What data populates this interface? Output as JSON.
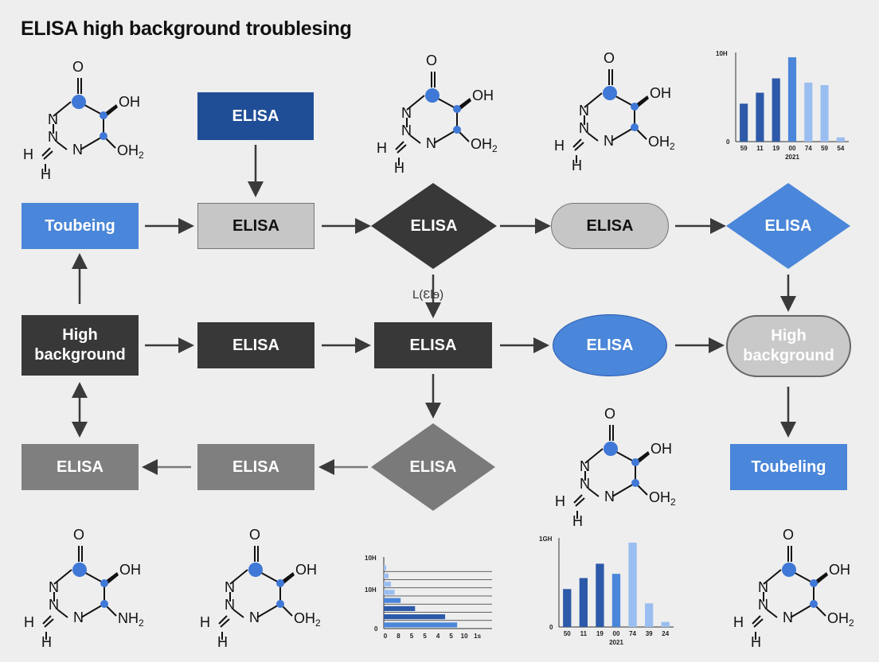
{
  "title": "ELISA high background troublesing",
  "nodes": {
    "top_box": "ELISA",
    "toubeing": "Toubeing",
    "r1_box": "ELISA",
    "r1_diamond": "ELISA",
    "r1_pill": "ELISA",
    "r1_diamond_blue": "ELISA",
    "high_background_left": "High background",
    "r2_box1": "ELISA",
    "r2_box2": "ELISA",
    "r2_oval": "ELISA",
    "high_background_right": "High background",
    "r3_box_left": "ELISA",
    "r3_box_mid": "ELISA",
    "r3_diamond": "ELISA",
    "toubeling": "Toubeling"
  },
  "edge_label": "L(Ɛlɘ)",
  "molecules": {
    "o": "O",
    "oh": "OH",
    "n": "N",
    "h": "H",
    "oh2": "OH",
    "nh2": "NH",
    "sub2": "2"
  },
  "colors": {
    "accent_blue": "#4a86d9",
    "dark_blue": "#1f4e96",
    "light_blue": "#9bbef0",
    "dark_gray": "#383838",
    "mid_gray": "#7f7f7f",
    "light_gray": "#c6c6c6"
  },
  "chart_data": [
    {
      "type": "bar",
      "ylabel_top": "10H",
      "y_zero": "0",
      "categories": [
        "59",
        "11",
        "19",
        "00",
        "74",
        "59",
        "54"
      ],
      "values": [
        45,
        58,
        75,
        100,
        70,
        67,
        5
      ],
      "shades": [
        "dark",
        "dark",
        "dark",
        "mid",
        "light",
        "light",
        "light"
      ],
      "xlabel": "2021",
      "ylim": [
        0,
        100
      ]
    },
    {
      "type": "bar",
      "orientation": "horizontal",
      "ylabel_top": "10H",
      "ylabel_mid": "10H",
      "y_zero": "0",
      "x_ticks": [
        "0",
        "8",
        "5",
        "5",
        "4",
        "5",
        "10",
        "1s"
      ],
      "values": [
        0.4,
        0.8,
        1.2,
        1.8,
        2.8,
        5.2,
        10.2,
        12.2
      ],
      "shades": [
        "light",
        "light",
        "light",
        "light",
        "mid",
        "dark",
        "dark",
        "mid"
      ],
      "xlim": [
        0,
        18
      ]
    },
    {
      "type": "bar",
      "ylabel_top": "1GH",
      "y_zero": "0",
      "categories": [
        "50",
        "11",
        "19",
        "00",
        "74",
        "39",
        "24"
      ],
      "values": [
        45,
        58,
        75,
        63,
        100,
        28,
        6
      ],
      "shades": [
        "dark",
        "dark",
        "dark",
        "mid",
        "light",
        "light",
        "light"
      ],
      "xlabel": "2021",
      "ylim": [
        0,
        100
      ]
    }
  ]
}
